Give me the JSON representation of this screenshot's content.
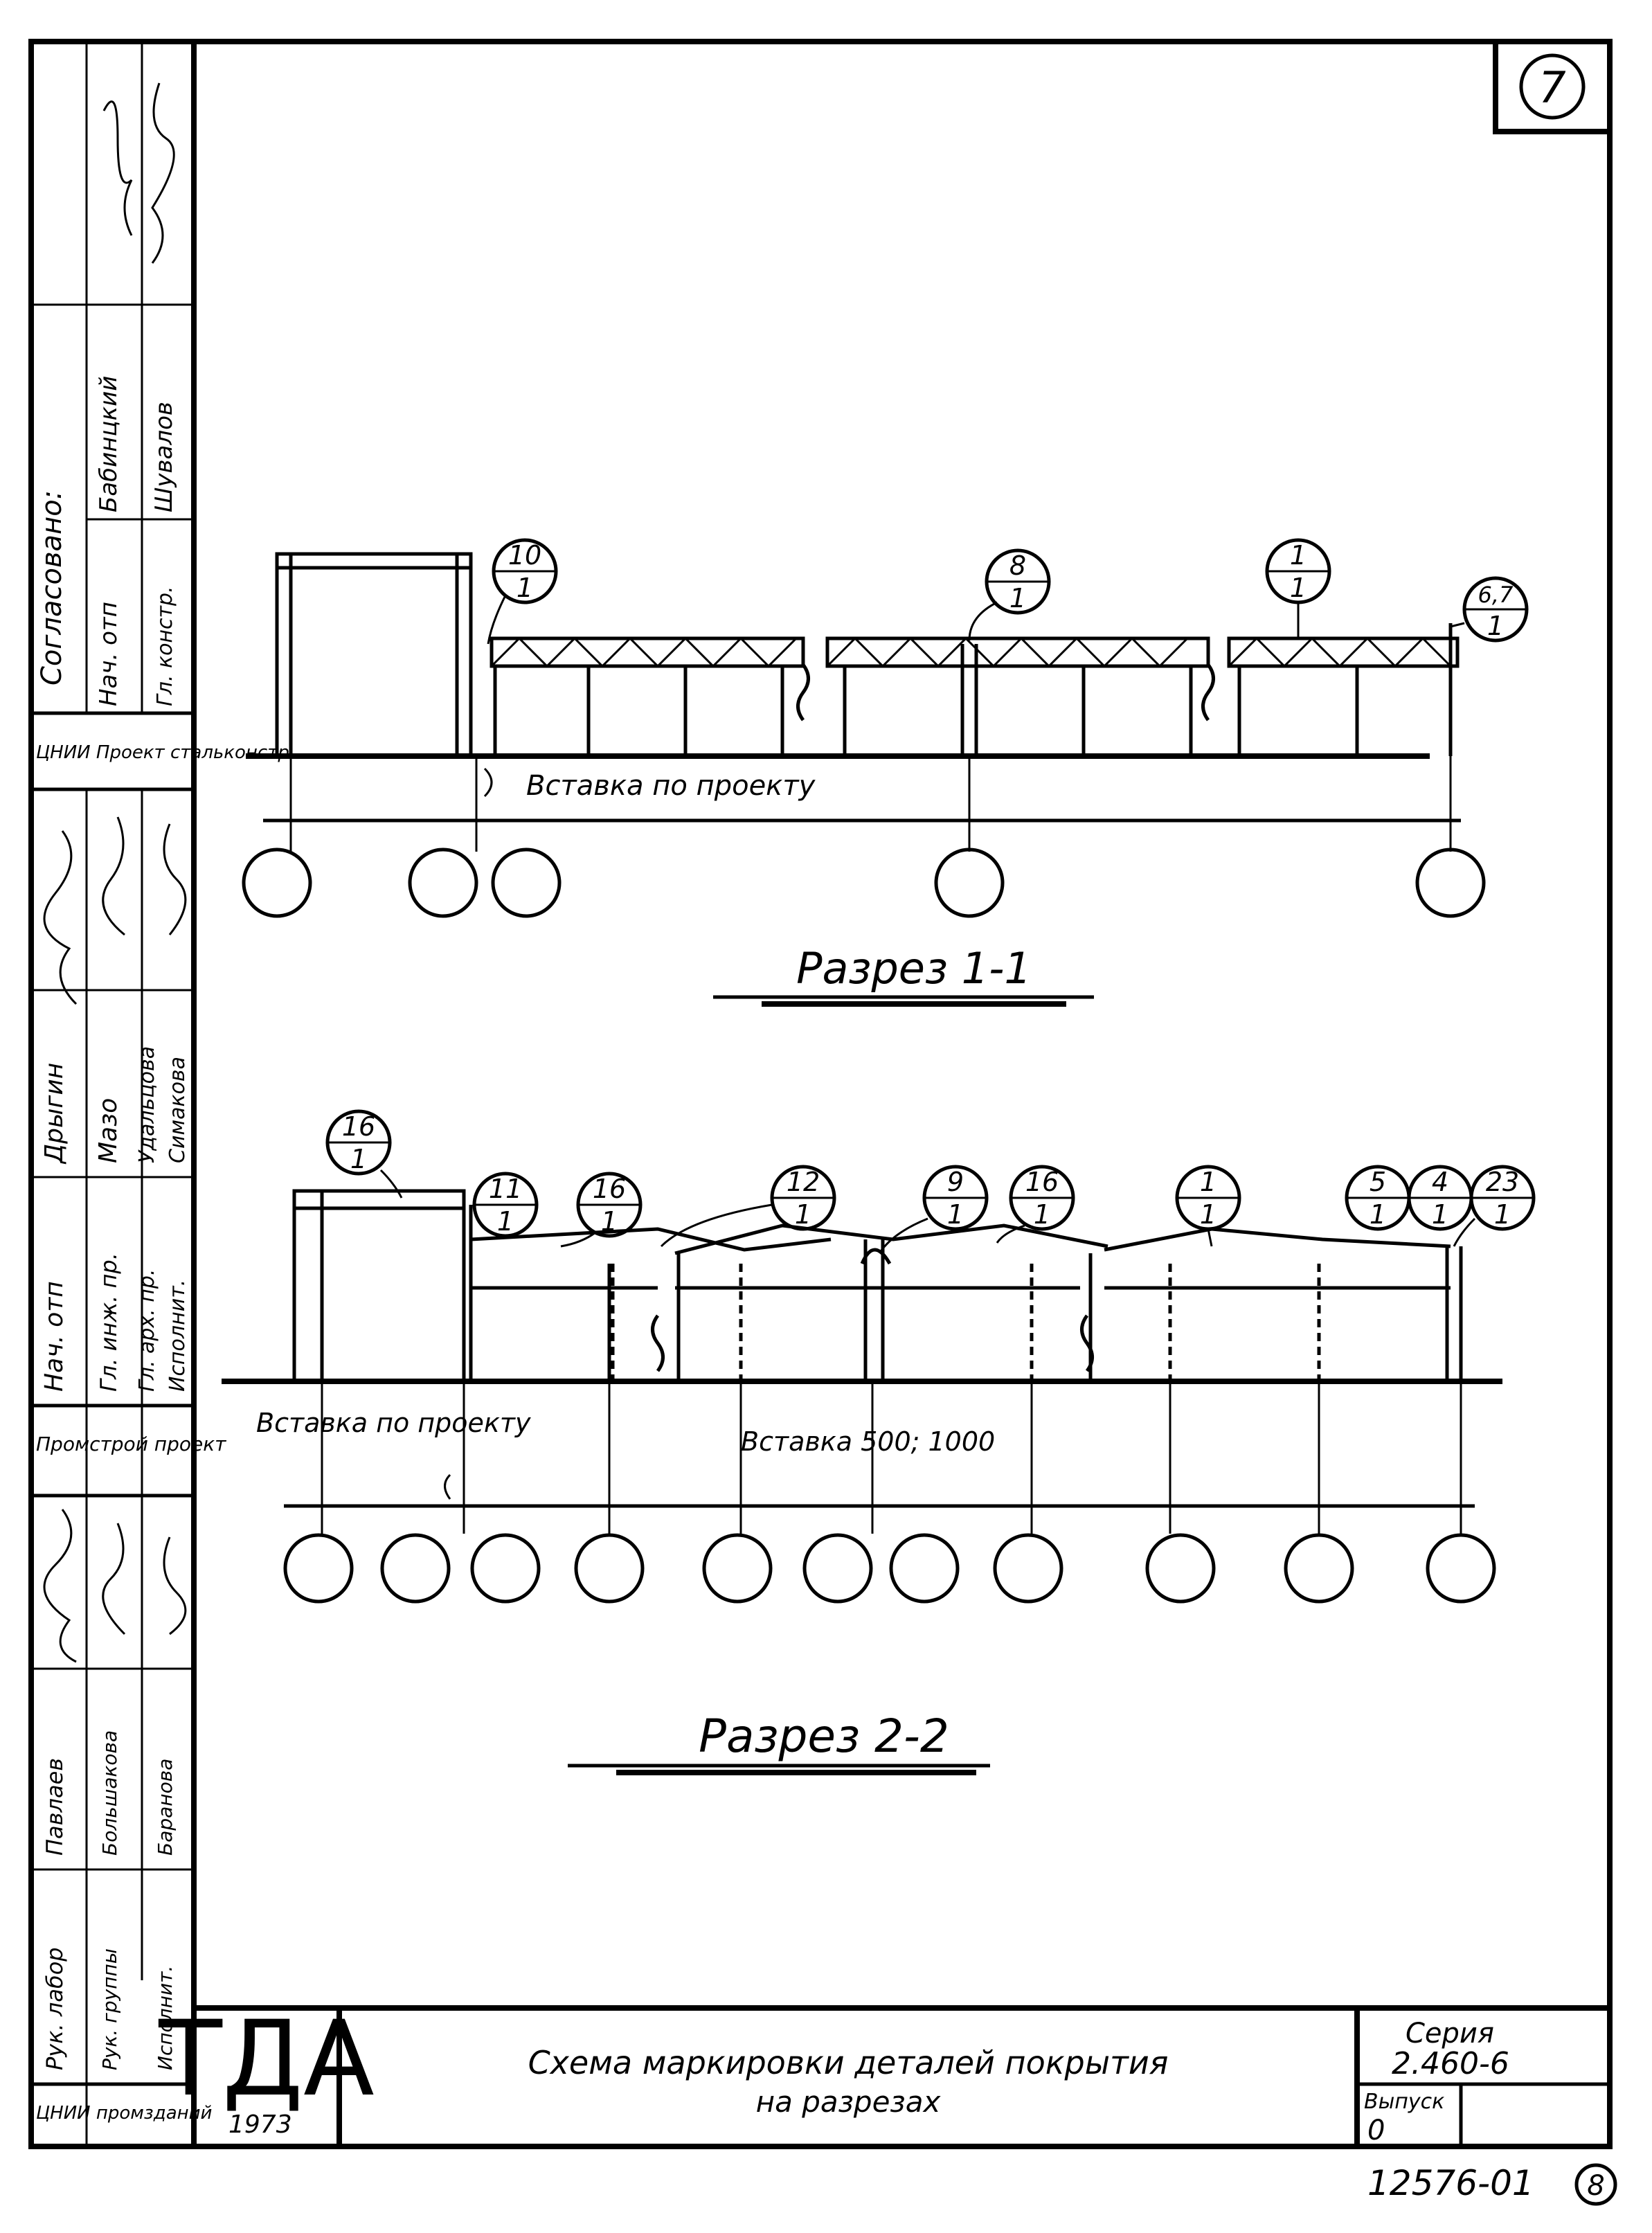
{
  "sheet_number": "7",
  "left_strip": {
    "agreed": "Согласовано:",
    "rows_top": [
      {
        "role": "Нач. отп",
        "name": "Бабинцкий"
      },
      {
        "role": "Гл. констр.",
        "name": "Шувалов"
      }
    ],
    "org1": "ЦНИИ Проект стальконстр.",
    "rows_mid": [
      {
        "role": "Нач. отп",
        "name": "Дрыгин"
      },
      {
        "role": "Гл. инж. пр.",
        "name": "Мазо"
      },
      {
        "role": "Гл. арх. пр.",
        "name": "Удальцова"
      },
      {
        "role": "Исполнит.",
        "name": "Симакова"
      }
    ],
    "org2": "Промстрой проект",
    "rows_low": [
      {
        "role": "Рук. лабор",
        "name": "Павлаев"
      },
      {
        "role": "Рук. группы",
        "name": "Большакова"
      },
      {
        "role": "Исполнит.",
        "name": "Баранова"
      }
    ],
    "org3": "ЦНИИ промзданий"
  },
  "section1": {
    "title": "Разрез 1-1",
    "insert_note": "Вставка по проекту",
    "marks": [
      {
        "top": "10",
        "bottom": "1"
      },
      {
        "top": "8",
        "bottom": "1"
      },
      {
        "top": "1",
        "bottom": "1"
      },
      {
        "top": "6,7",
        "bottom": "1"
      }
    ]
  },
  "section2": {
    "title": "Разрез 2-2",
    "insert_note_left": "Вставка по проекту",
    "insert_note_mid": "Вставка 500; 1000",
    "marks": [
      {
        "top": "16",
        "bottom": "1"
      },
      {
        "top": "11",
        "bottom": "1"
      },
      {
        "top": "16",
        "bottom": "1"
      },
      {
        "top": "12",
        "bottom": "1"
      },
      {
        "top": "9",
        "bottom": "1"
      },
      {
        "top": "16",
        "bottom": "1"
      },
      {
        "top": "1",
        "bottom": "1"
      },
      {
        "top": "5",
        "bottom": "1"
      },
      {
        "top": "4",
        "bottom": "1"
      },
      {
        "top": "23",
        "bottom": "1"
      }
    ]
  },
  "title_block": {
    "logo": "ТДА",
    "year": "1973",
    "title_line1": "Схема маркировки деталей покрытия",
    "title_line2": "на разрезах",
    "series_label": "Серия",
    "series_value": "2.460-6",
    "issue_label": "Выпуск",
    "issue_value": "0"
  },
  "doc_number": "12576-01",
  "page_number": "8"
}
